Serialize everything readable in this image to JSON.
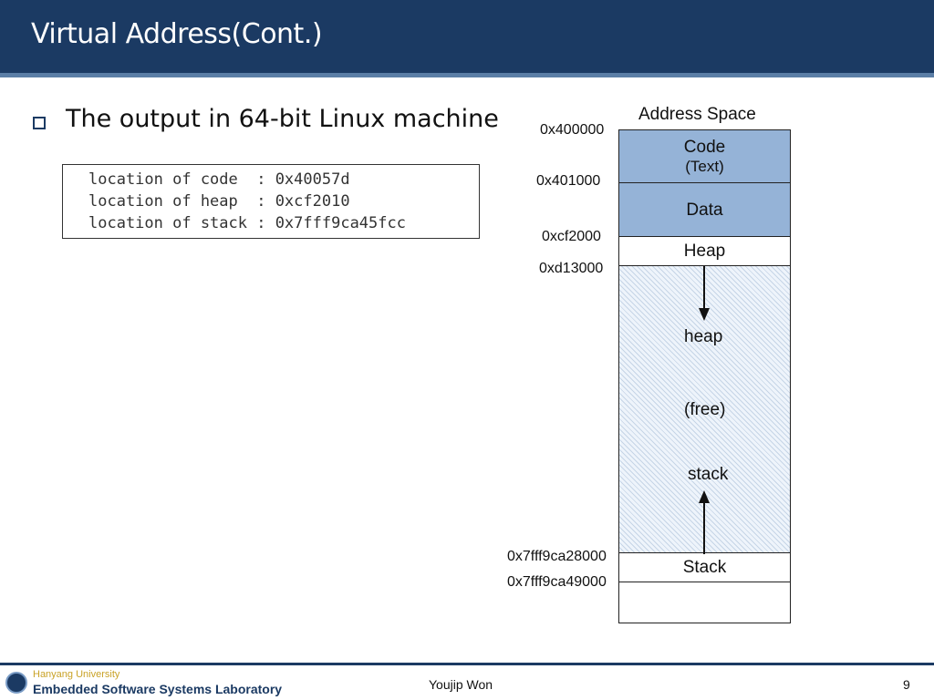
{
  "slide": {
    "title": "Virtual Address(Cont.)",
    "bullet": "The output in 64-bit Linux machine",
    "code_lines": [
      "location of code  : 0x40057d",
      "location of heap  : 0xcf2010",
      "location of stack : 0x7fff9ca45fcc"
    ]
  },
  "diagram": {
    "title": "Address Space",
    "addresses": [
      "0x400000",
      "0x401000",
      "0xcf2000",
      "0xd13000",
      "0x7fff9ca28000",
      "0x7fff9ca49000"
    ],
    "segments": {
      "code": [
        "Code",
        "(Text)"
      ],
      "data": "Data",
      "heap": "Heap",
      "free_heap": "heap",
      "free": "(free)",
      "free_stack": "stack",
      "stack": "Stack"
    }
  },
  "footer": {
    "university": "Hanyang University",
    "lab": "Embedded Software Systems Laboratory",
    "author": "Youjip Won",
    "page": "9"
  },
  "colors": {
    "title_bar": "#1b3a63",
    "segment_fill": "#95b3d7"
  }
}
